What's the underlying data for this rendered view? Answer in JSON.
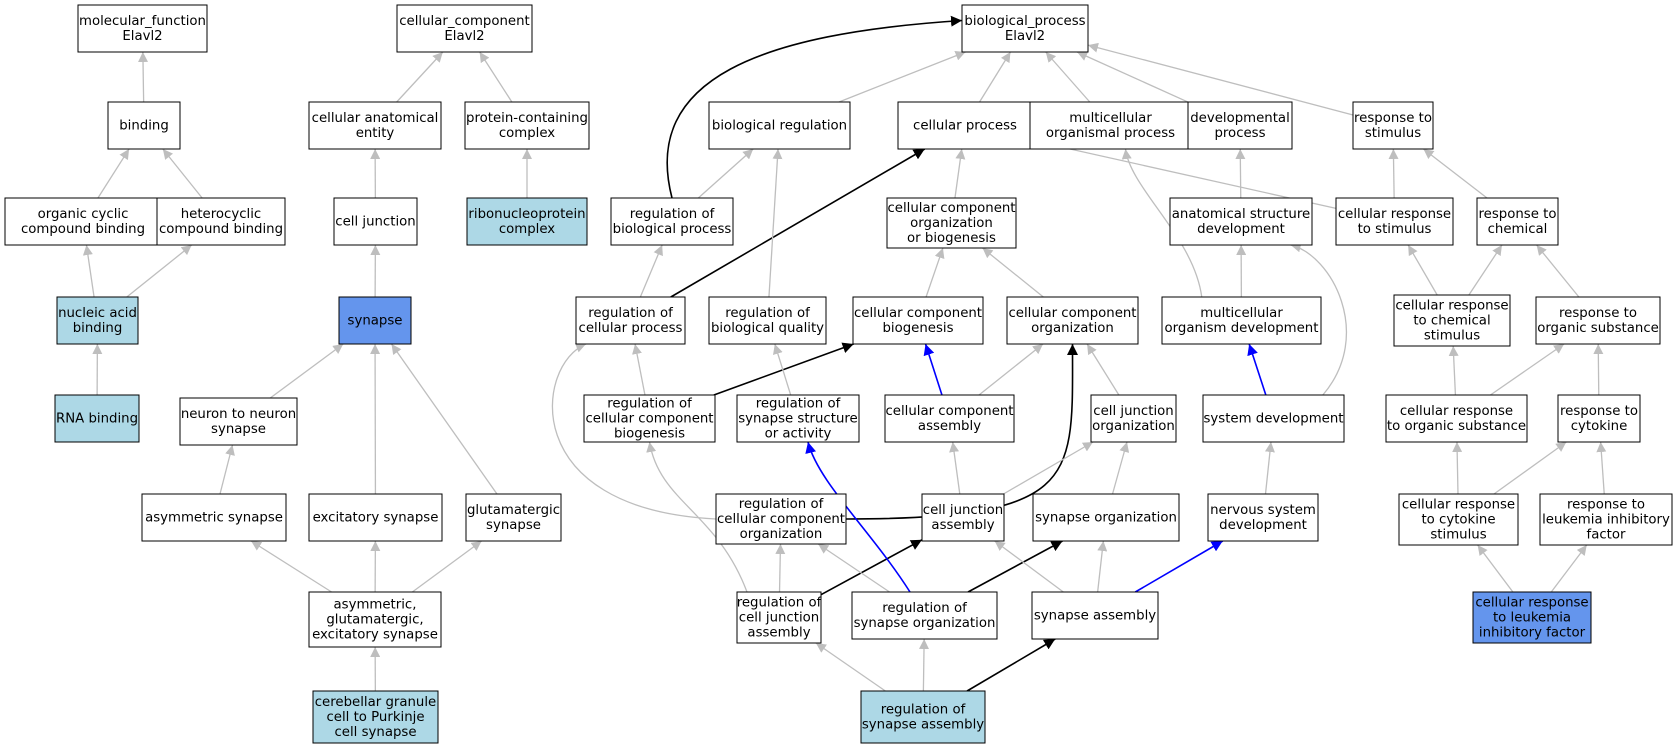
{
  "colors": {
    "plain": "#ffffff",
    "light": "#add8e6",
    "dark": "#6495ed",
    "edge_gray": "#bebebe",
    "edge_black": "#000000",
    "edge_blue": "#0000ff"
  },
  "nodes": [
    {
      "id": "mf",
      "lines": [
        "molecular_function",
        "Elavl2"
      ],
      "fill": "plain"
    },
    {
      "id": "binding",
      "lines": [
        "binding"
      ],
      "fill": "plain"
    },
    {
      "id": "ocb",
      "lines": [
        "organic cyclic",
        "compound binding"
      ],
      "fill": "plain"
    },
    {
      "id": "hcb",
      "lines": [
        "heterocyclic",
        "compound binding"
      ],
      "fill": "plain"
    },
    {
      "id": "nab",
      "lines": [
        "nucleic acid",
        "binding"
      ],
      "fill": "light"
    },
    {
      "id": "rnab",
      "lines": [
        "RNA binding"
      ],
      "fill": "light"
    },
    {
      "id": "cc",
      "lines": [
        "cellular_component",
        "Elavl2"
      ],
      "fill": "plain"
    },
    {
      "id": "cae",
      "lines": [
        "cellular anatomical",
        "entity"
      ],
      "fill": "plain"
    },
    {
      "id": "pcc",
      "lines": [
        "protein-containing",
        "complex"
      ],
      "fill": "plain"
    },
    {
      "id": "cj",
      "lines": [
        "cell junction"
      ],
      "fill": "plain"
    },
    {
      "id": "rnp",
      "lines": [
        "ribonucleoprotein",
        "complex"
      ],
      "fill": "light"
    },
    {
      "id": "syn",
      "lines": [
        "synapse"
      ],
      "fill": "dark"
    },
    {
      "id": "n2n",
      "lines": [
        "neuron to neuron",
        "synapse"
      ],
      "fill": "plain"
    },
    {
      "id": "asyn",
      "lines": [
        "asymmetric synapse"
      ],
      "fill": "plain"
    },
    {
      "id": "exsyn",
      "lines": [
        "excitatory synapse"
      ],
      "fill": "plain"
    },
    {
      "id": "glusyn",
      "lines": [
        "glutamatergic",
        "synapse"
      ],
      "fill": "plain"
    },
    {
      "id": "agex",
      "lines": [
        "asymmetric,",
        "glutamatergic,",
        "excitatory synapse"
      ],
      "fill": "plain"
    },
    {
      "id": "cgpk",
      "lines": [
        "cerebellar granule",
        "cell to Purkinje",
        "cell synapse"
      ],
      "fill": "light"
    },
    {
      "id": "bp",
      "lines": [
        "biological_process",
        "Elavl2"
      ],
      "fill": "plain"
    },
    {
      "id": "breg",
      "lines": [
        "biological regulation"
      ],
      "fill": "plain"
    },
    {
      "id": "cp",
      "lines": [
        "cellular process"
      ],
      "fill": "plain"
    },
    {
      "id": "mop",
      "lines": [
        "multicellular",
        "organismal process"
      ],
      "fill": "plain"
    },
    {
      "id": "devp",
      "lines": [
        "developmental",
        "process"
      ],
      "fill": "plain"
    },
    {
      "id": "rts",
      "lines": [
        "response to",
        "stimulus"
      ],
      "fill": "plain"
    },
    {
      "id": "rbp",
      "lines": [
        "regulation of",
        "biological process"
      ],
      "fill": "plain"
    },
    {
      "id": "ccob",
      "lines": [
        "cellular component",
        "organization",
        "or biogenesis"
      ],
      "fill": "plain"
    },
    {
      "id": "asd",
      "lines": [
        "anatomical structure",
        "development"
      ],
      "fill": "plain"
    },
    {
      "id": "crs",
      "lines": [
        "cellular response",
        "to stimulus"
      ],
      "fill": "plain"
    },
    {
      "id": "rtc",
      "lines": [
        "response to",
        "chemical"
      ],
      "fill": "plain"
    },
    {
      "id": "rcp",
      "lines": [
        "regulation of",
        "cellular process"
      ],
      "fill": "plain"
    },
    {
      "id": "rbq",
      "lines": [
        "regulation of",
        "biological quality"
      ],
      "fill": "plain"
    },
    {
      "id": "ccb",
      "lines": [
        "cellular component",
        "biogenesis"
      ],
      "fill": "plain"
    },
    {
      "id": "cco",
      "lines": [
        "cellular component",
        "organization"
      ],
      "fill": "plain"
    },
    {
      "id": "mod",
      "lines": [
        "multicellular",
        "organism development"
      ],
      "fill": "plain"
    },
    {
      "id": "crcs",
      "lines": [
        "cellular response",
        "to chemical",
        "stimulus"
      ],
      "fill": "plain"
    },
    {
      "id": "rtos",
      "lines": [
        "response to",
        "organic substance"
      ],
      "fill": "plain"
    },
    {
      "id": "rccb",
      "lines": [
        "regulation of",
        "cellular component",
        "biogenesis"
      ],
      "fill": "plain"
    },
    {
      "id": "rssa",
      "lines": [
        "regulation of",
        "synapse structure",
        "or activity"
      ],
      "fill": "plain"
    },
    {
      "id": "cca",
      "lines": [
        "cellular component",
        "assembly"
      ],
      "fill": "plain"
    },
    {
      "id": "cjo",
      "lines": [
        "cell junction",
        "organization"
      ],
      "fill": "plain"
    },
    {
      "id": "sysd",
      "lines": [
        "system development"
      ],
      "fill": "plain"
    },
    {
      "id": "crtos",
      "lines": [
        "cellular response",
        "to organic substance"
      ],
      "fill": "plain"
    },
    {
      "id": "rtcy",
      "lines": [
        "response to",
        "cytokine"
      ],
      "fill": "plain"
    },
    {
      "id": "rcco",
      "lines": [
        "regulation of",
        "cellular component",
        "organization"
      ],
      "fill": "plain"
    },
    {
      "id": "cja",
      "lines": [
        "cell junction",
        "assembly"
      ],
      "fill": "plain"
    },
    {
      "id": "so",
      "lines": [
        "synapse organization"
      ],
      "fill": "plain"
    },
    {
      "id": "nsd",
      "lines": [
        "nervous system",
        "development"
      ],
      "fill": "plain"
    },
    {
      "id": "crcy",
      "lines": [
        "cellular response",
        "to cytokine",
        "stimulus"
      ],
      "fill": "plain"
    },
    {
      "id": "rlif",
      "lines": [
        "response to",
        "leukemia inhibitory",
        "factor"
      ],
      "fill": "plain"
    },
    {
      "id": "rcja",
      "lines": [
        "regulation of",
        "cell junction",
        "assembly"
      ],
      "fill": "plain"
    },
    {
      "id": "rso",
      "lines": [
        "regulation of",
        "synapse organization"
      ],
      "fill": "plain"
    },
    {
      "id": "sa",
      "lines": [
        "synapse assembly"
      ],
      "fill": "plain"
    },
    {
      "id": "crlif",
      "lines": [
        "cellular response",
        "to leukemia",
        "inhibitory factor"
      ],
      "fill": "dark"
    },
    {
      "id": "rsa",
      "lines": [
        "regulation of",
        "synapse assembly"
      ],
      "fill": "light"
    }
  ],
  "edges": [
    {
      "from": "binding",
      "to": "mf",
      "color": "gray"
    },
    {
      "from": "ocb",
      "to": "binding",
      "color": "gray"
    },
    {
      "from": "hcb",
      "to": "binding",
      "color": "gray"
    },
    {
      "from": "nab",
      "to": "ocb",
      "color": "gray"
    },
    {
      "from": "nab",
      "to": "hcb",
      "color": "gray"
    },
    {
      "from": "rnab",
      "to": "nab",
      "color": "gray"
    },
    {
      "from": "cae",
      "to": "cc",
      "color": "gray"
    },
    {
      "from": "pcc",
      "to": "cc",
      "color": "gray"
    },
    {
      "from": "cj",
      "to": "cae",
      "color": "gray"
    },
    {
      "from": "rnp",
      "to": "pcc",
      "color": "gray"
    },
    {
      "from": "syn",
      "to": "cj",
      "color": "gray"
    },
    {
      "from": "n2n",
      "to": "syn",
      "color": "gray"
    },
    {
      "from": "exsyn",
      "to": "syn",
      "color": "gray"
    },
    {
      "from": "glusyn",
      "to": "syn",
      "color": "gray"
    },
    {
      "from": "asyn",
      "to": "n2n",
      "color": "gray"
    },
    {
      "from": "agex",
      "to": "asyn",
      "color": "gray"
    },
    {
      "from": "agex",
      "to": "exsyn",
      "color": "gray"
    },
    {
      "from": "agex",
      "to": "glusyn",
      "color": "gray"
    },
    {
      "from": "cgpk",
      "to": "agex",
      "color": "gray"
    },
    {
      "from": "breg",
      "to": "bp",
      "color": "gray"
    },
    {
      "from": "cp",
      "to": "bp",
      "color": "gray"
    },
    {
      "from": "mop",
      "to": "bp",
      "color": "gray"
    },
    {
      "from": "devp",
      "to": "bp",
      "color": "gray"
    },
    {
      "from": "rts",
      "to": "bp",
      "color": "gray"
    },
    {
      "from": "rbp",
      "to": "breg",
      "color": "gray"
    },
    {
      "from": "rbp",
      "to": "bp",
      "color": "black",
      "route": "left-loop"
    },
    {
      "from": "ccob",
      "to": "cp",
      "color": "gray"
    },
    {
      "from": "crs",
      "to": "cp",
      "color": "gray"
    },
    {
      "from": "crs",
      "to": "rts",
      "color": "gray"
    },
    {
      "from": "rtc",
      "to": "rts",
      "color": "gray"
    },
    {
      "from": "asd",
      "to": "devp",
      "color": "gray"
    },
    {
      "from": "rcp",
      "to": "rbp",
      "color": "gray"
    },
    {
      "from": "rcp",
      "to": "cp",
      "color": "black"
    },
    {
      "from": "rbq",
      "to": "breg",
      "color": "gray"
    },
    {
      "from": "ccb",
      "to": "ccob",
      "color": "gray"
    },
    {
      "from": "cco",
      "to": "ccob",
      "color": "gray"
    },
    {
      "from": "mod",
      "to": "asd",
      "color": "gray"
    },
    {
      "from": "mod",
      "to": "mop",
      "color": "gray",
      "route": "curve"
    },
    {
      "from": "crcs",
      "to": "crs",
      "color": "gray"
    },
    {
      "from": "crcs",
      "to": "rtc",
      "color": "gray"
    },
    {
      "from": "rtos",
      "to": "rtc",
      "color": "gray"
    },
    {
      "from": "rccb",
      "to": "rcp",
      "color": "gray"
    },
    {
      "from": "rccb",
      "to": "ccb",
      "color": "black"
    },
    {
      "from": "rssa",
      "to": "rbq",
      "color": "gray"
    },
    {
      "from": "cca",
      "to": "ccb",
      "color": "blue"
    },
    {
      "from": "cca",
      "to": "cco",
      "color": "gray"
    },
    {
      "from": "cjo",
      "to": "cco",
      "color": "gray"
    },
    {
      "from": "sysd",
      "to": "mod",
      "color": "blue"
    },
    {
      "from": "sysd",
      "to": "asd",
      "color": "gray",
      "route": "curve-right"
    },
    {
      "from": "crtos",
      "to": "crcs",
      "color": "gray"
    },
    {
      "from": "crtos",
      "to": "rtos",
      "color": "gray"
    },
    {
      "from": "rtcy",
      "to": "rtos",
      "color": "gray"
    },
    {
      "from": "rcco",
      "to": "rcp",
      "color": "gray",
      "route": "left-loop"
    },
    {
      "from": "rcco",
      "to": "cco",
      "color": "black",
      "route": "curve-right"
    },
    {
      "from": "cja",
      "to": "cca",
      "color": "gray"
    },
    {
      "from": "cja",
      "to": "cjo",
      "color": "gray"
    },
    {
      "from": "so",
      "to": "cjo",
      "color": "gray"
    },
    {
      "from": "nsd",
      "to": "sysd",
      "color": "gray"
    },
    {
      "from": "crcy",
      "to": "crtos",
      "color": "gray"
    },
    {
      "from": "crcy",
      "to": "rtcy",
      "color": "gray"
    },
    {
      "from": "rlif",
      "to": "rtcy",
      "color": "gray"
    },
    {
      "from": "rcja",
      "to": "rcco",
      "color": "gray"
    },
    {
      "from": "rcja",
      "to": "cja",
      "color": "black"
    },
    {
      "from": "rso",
      "to": "rcco",
      "color": "gray"
    },
    {
      "from": "rso",
      "to": "so",
      "color": "black"
    },
    {
      "from": "rso",
      "to": "rssa",
      "color": "blue",
      "route": "curve"
    },
    {
      "from": "rcja",
      "to": "rccb",
      "color": "gray",
      "route": "curve"
    },
    {
      "from": "sa",
      "to": "cja",
      "color": "gray"
    },
    {
      "from": "sa",
      "to": "so",
      "color": "gray"
    },
    {
      "from": "sa",
      "to": "nsd",
      "color": "blue"
    },
    {
      "from": "crlif",
      "to": "crcy",
      "color": "gray"
    },
    {
      "from": "crlif",
      "to": "rlif",
      "color": "gray"
    },
    {
      "from": "rsa",
      "to": "rcja",
      "color": "gray"
    },
    {
      "from": "rsa",
      "to": "rso",
      "color": "gray"
    },
    {
      "from": "rsa",
      "to": "sa",
      "color": "black"
    }
  ]
}
